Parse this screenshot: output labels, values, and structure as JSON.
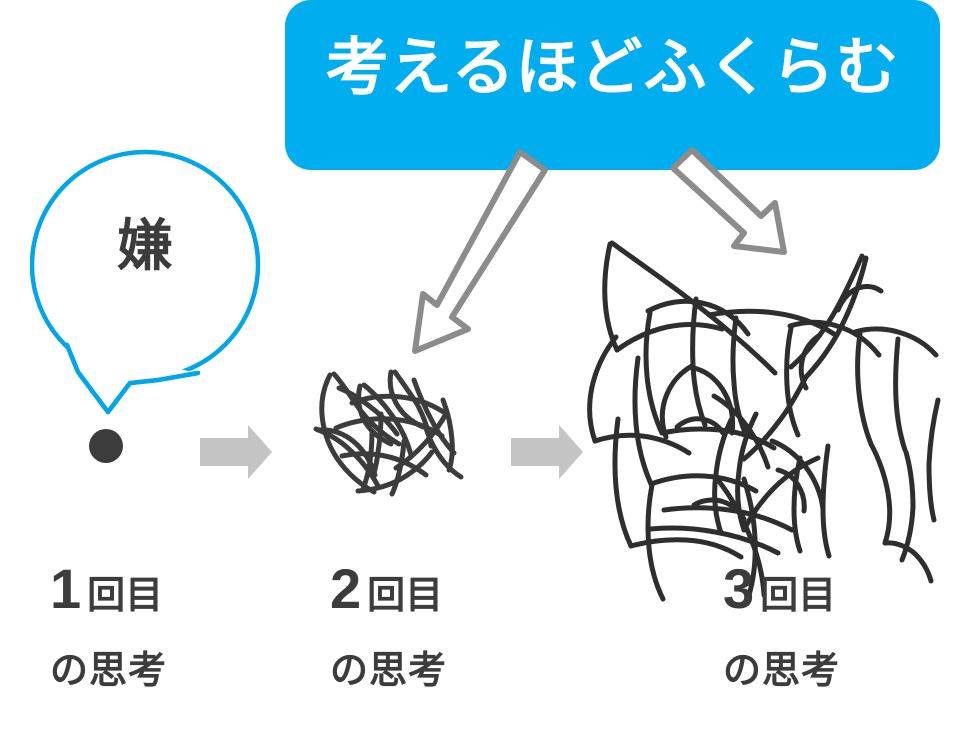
{
  "banner": {
    "text": "考えるほどふくらむ",
    "bg_color": "#00adee",
    "text_color": "#ffffff"
  },
  "bubble": {
    "text": "嫌",
    "outline_color": "#00a6e8",
    "text_color": "#3c3c3c"
  },
  "stages": [
    {
      "label_number": "1",
      "label_unit": "回目",
      "label_sub": "の思考",
      "visual": "single-dot",
      "complexity": 1
    },
    {
      "label_number": "2",
      "label_unit": "回目",
      "label_sub": "の思考",
      "visual": "small-scribble",
      "complexity": 2
    },
    {
      "label_number": "3",
      "label_unit": "回目",
      "label_sub": "の思考",
      "visual": "large-scribble",
      "complexity": 3
    }
  ],
  "arrows": {
    "progress_color": "#c4c4c4",
    "callout_stroke_color": "#8c8c8c",
    "callout_fill_color": "#ffffff",
    "count_progress": 2,
    "count_callout": 2
  },
  "colors": {
    "ink": "#3c3c3c",
    "accent": "#00adee",
    "background": "#ffffff"
  }
}
